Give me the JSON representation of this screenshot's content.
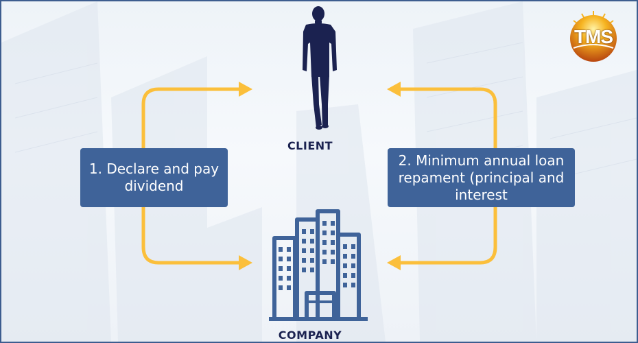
{
  "diagram": {
    "client_label": "CLIENT",
    "company_label": "COMPANY",
    "step1_label": "1. Declare and pay dividend",
    "step2_label": "2. Minimum annual loan repament (principal and interest"
  },
  "logo": {
    "text": "TMS"
  },
  "colors": {
    "arrow": "#fbbf3b",
    "box": "#3f6399",
    "person": "#1b2250",
    "building": "#3f6399",
    "border": "#3d5d8f"
  },
  "icons": [
    "person-silhouette-icon",
    "office-building-icon",
    "tms-logo-icon"
  ]
}
